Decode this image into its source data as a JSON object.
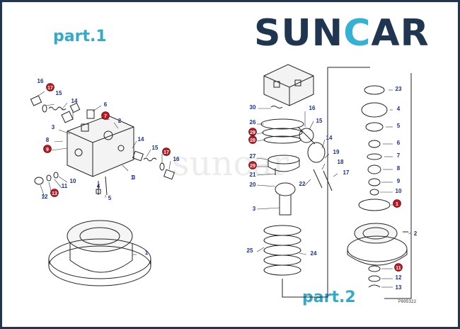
{
  "brand": {
    "logo_left": "SUN",
    "logo_accent": "C",
    "logo_right": "AR",
    "watermark": "suncar"
  },
  "part1": {
    "title": "part.1",
    "labels": [
      "16",
      "17",
      "15",
      "6",
      "7",
      "14",
      "2",
      "3",
      "8",
      "9",
      "10",
      "11",
      "12",
      "13",
      "1",
      "4",
      "5",
      "14",
      "15",
      "17",
      "16",
      "3",
      "1"
    ]
  },
  "part2": {
    "title": "part.2",
    "labels": [
      "16",
      "15",
      "30",
      "26",
      "29",
      "28",
      "14",
      "27",
      "29",
      "21",
      "20",
      "19",
      "18",
      "17",
      "22",
      "3",
      "25",
      "24",
      "23",
      "4",
      "5",
      "6",
      "7",
      "8",
      "9",
      "10",
      "1",
      "2",
      "11",
      "12",
      "13"
    ]
  },
  "drawing_code": "P005322",
  "colors": {
    "brand_navy": "#1f3550",
    "brand_cyan": "#35b1d6",
    "label_blue": "#16309a",
    "badge_red": "#c8141e"
  }
}
